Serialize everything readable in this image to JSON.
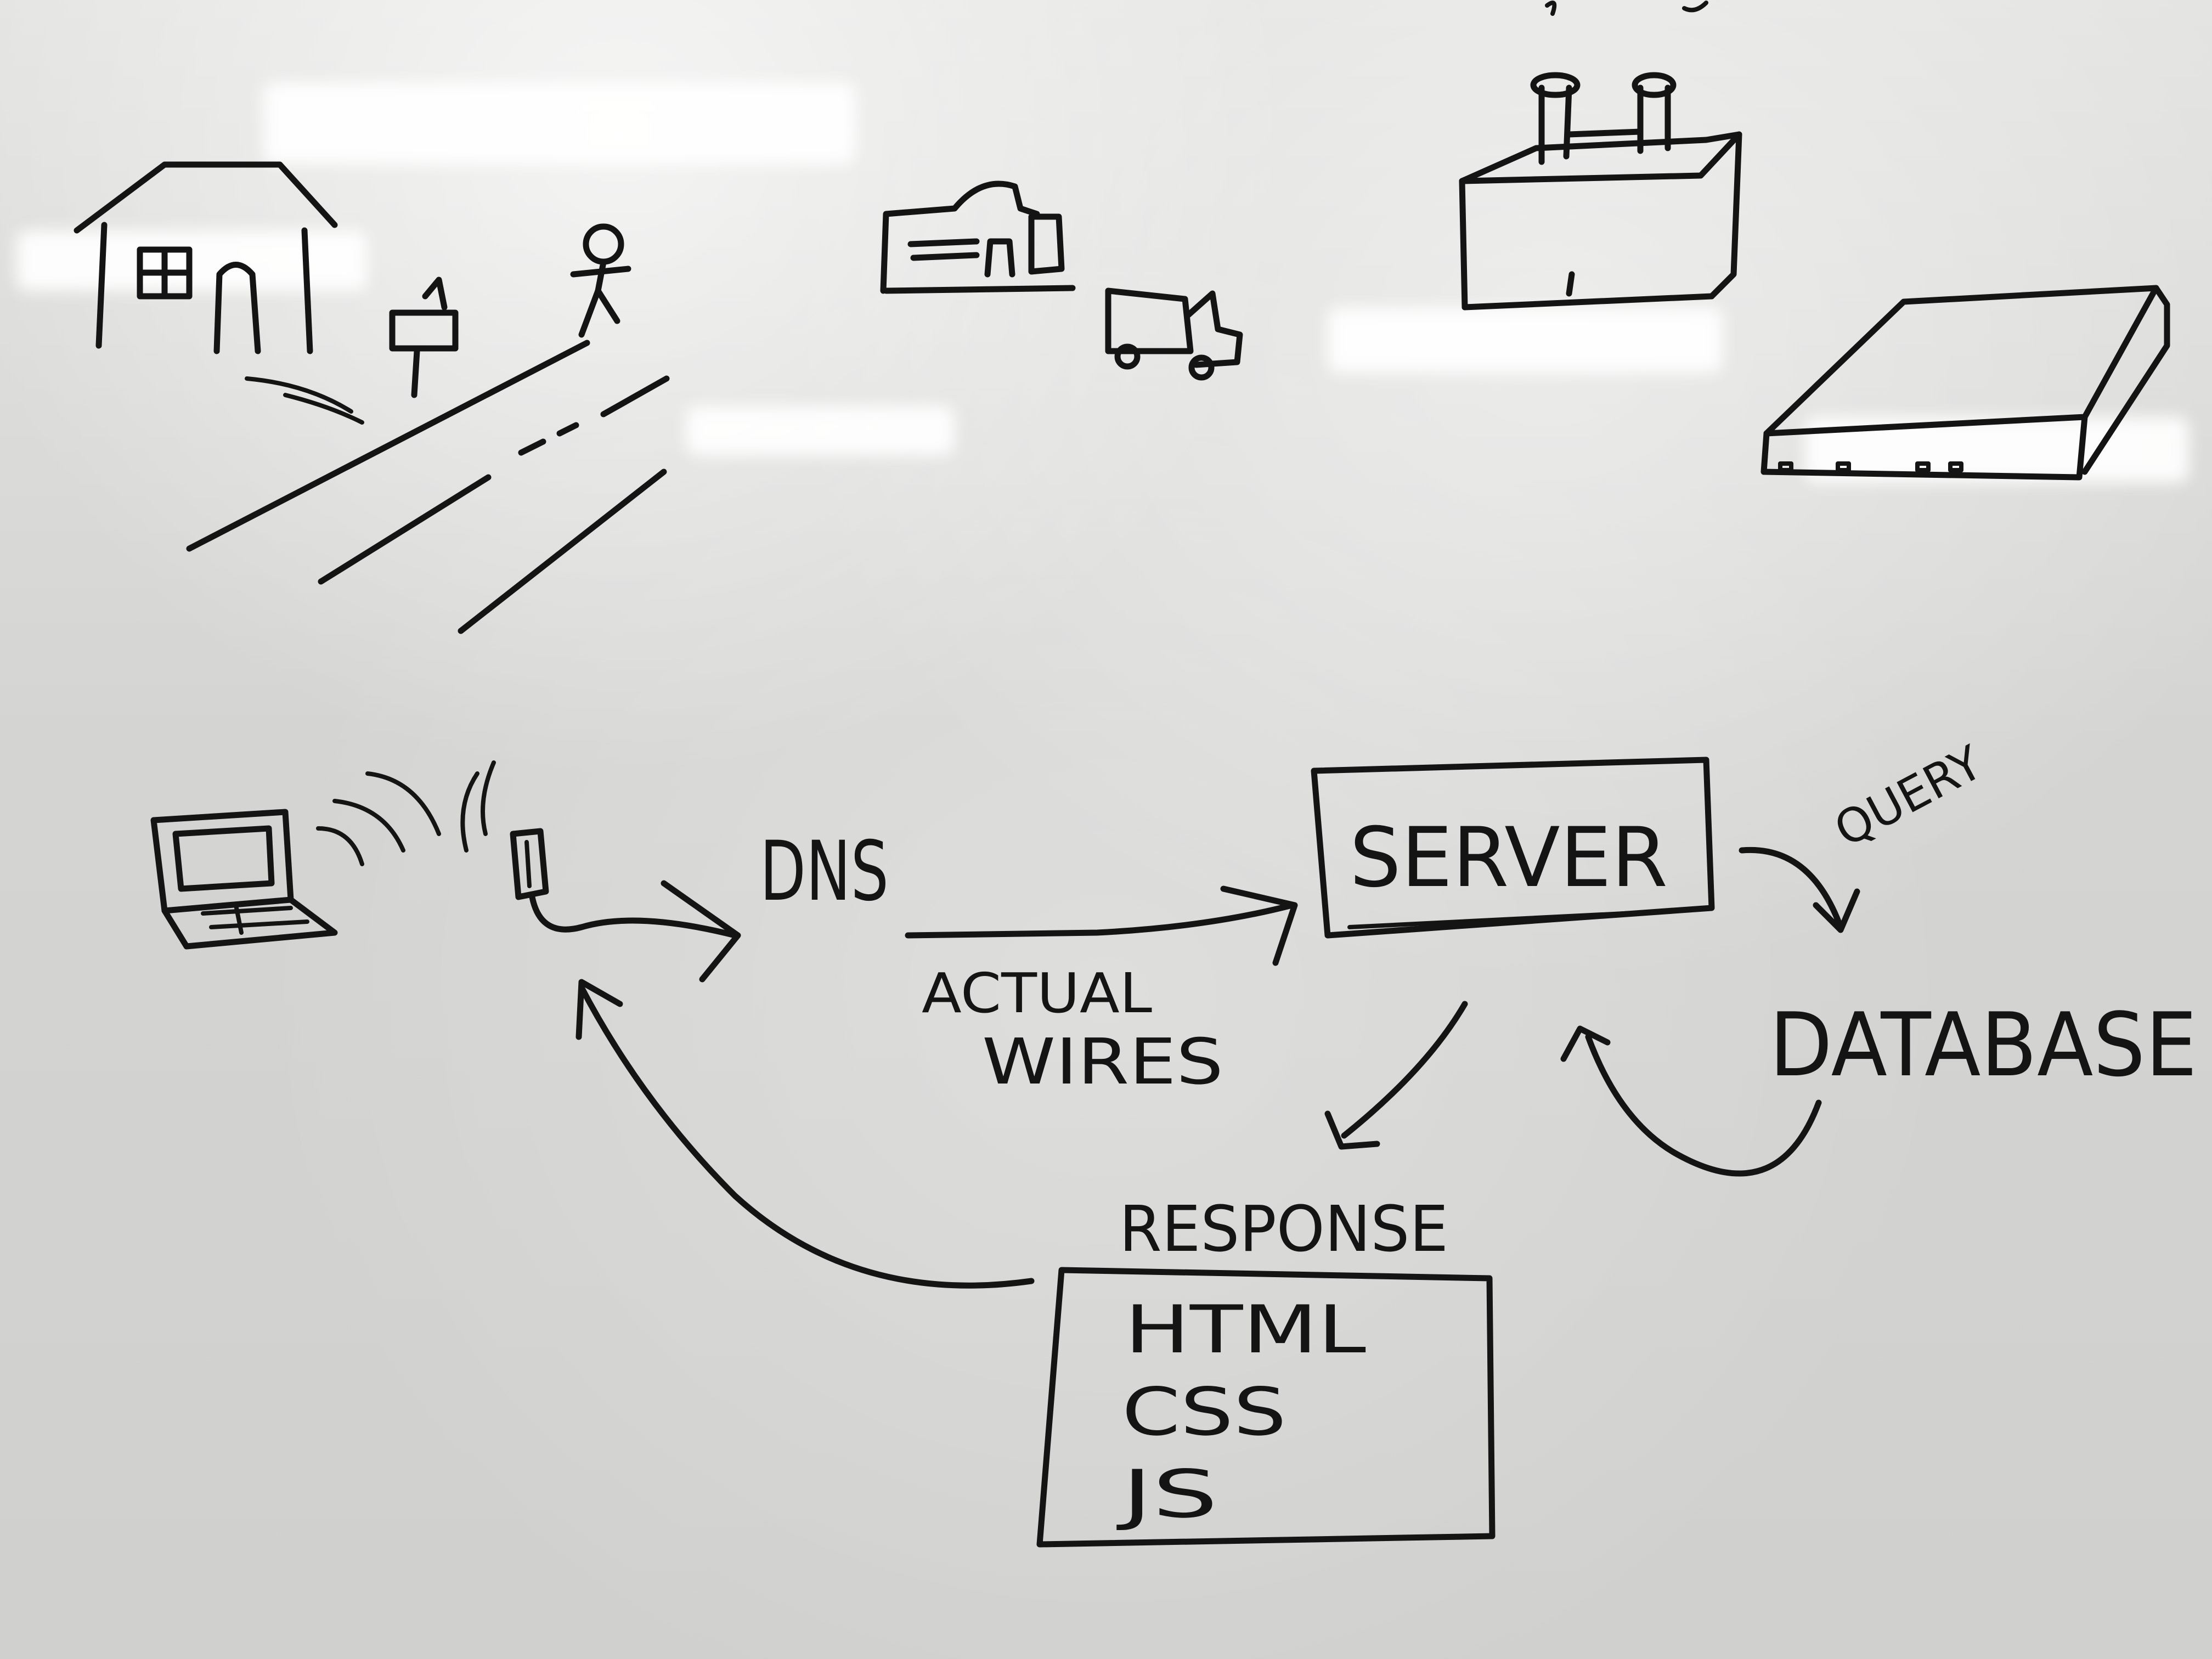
{
  "diagram": {
    "labels": {
      "dns": "DNS",
      "server": "SERVER",
      "query": "QUERY",
      "database": "DATABASE",
      "actual": "ACTUAL",
      "wires": "WIRES",
      "response": "RESPONSE",
      "html": "HTML",
      "css": "CSS",
      "js": "JS"
    },
    "colors": {
      "ink": "#141414",
      "board": "#dcdcda"
    },
    "sketches": [
      "house-icon",
      "mailbox-icon",
      "stick-figure-icon",
      "road",
      "post-office-icon",
      "delivery-truck-icon",
      "factory-icon",
      "server-rack-icon",
      "laptop-icon",
      "wifi-signal-icon",
      "router-icon"
    ]
  }
}
